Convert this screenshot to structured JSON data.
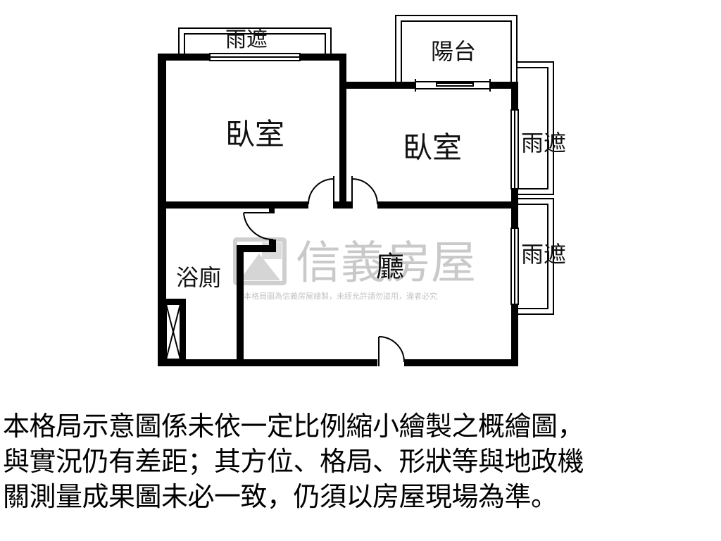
{
  "rooms": {
    "bedroom_1": "臥室",
    "bedroom_2": "臥室",
    "bathroom": "浴廁",
    "living_room": "廳",
    "balcony": "陽台",
    "awning_top": "雨遮",
    "awning_right_upper": "雨遮",
    "awning_right_lower": "雨遮"
  },
  "watermark": {
    "brand": "信義房屋",
    "notice": "本格局圖為信義房屋繪製，未經允許請勿盜用，違者必究"
  },
  "disclaimer": {
    "lines": [
      "本格局示意圖係未依一定比例縮小繪製之概繪圖，",
      "與實況仍有差距；其方位、格局、形狀等與地政機",
      "關測量成果圖未必一致，仍須以房屋現場為準。"
    ]
  },
  "colors": {
    "wall": "#000000",
    "watermark": "#c9c9c9"
  }
}
